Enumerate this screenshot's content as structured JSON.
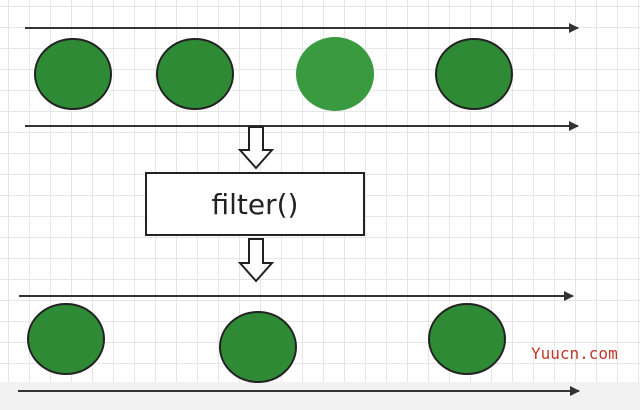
{
  "filter": {
    "label": "filter()"
  },
  "watermark": {
    "text": "Yuucn.com"
  },
  "colors": {
    "marble_fill": "#2f8a36",
    "marble_selected_fill": "#3a9a40",
    "stroke": "#222222",
    "arrow": "#333333"
  },
  "input_stream": {
    "marble_count": 4,
    "highlighted_marble": 3
  },
  "output_stream": {
    "marble_count": 3
  }
}
